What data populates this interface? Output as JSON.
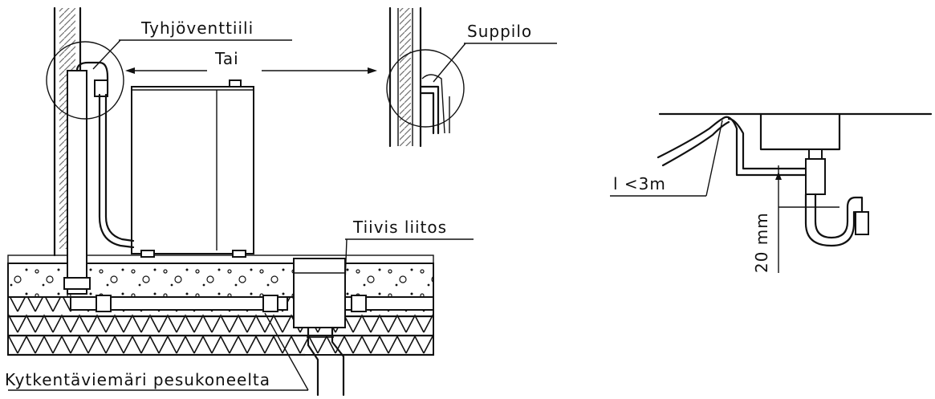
{
  "labels": {
    "vacuum_valve": "Tyhjöventtiili",
    "or": "Tai",
    "funnel": "Suppilo",
    "tight_joint": "Tiivis liitos",
    "connection_drain": "Kytkentäviemäri pesukoneelta",
    "length": "l <3m",
    "height": "20 mm"
  }
}
